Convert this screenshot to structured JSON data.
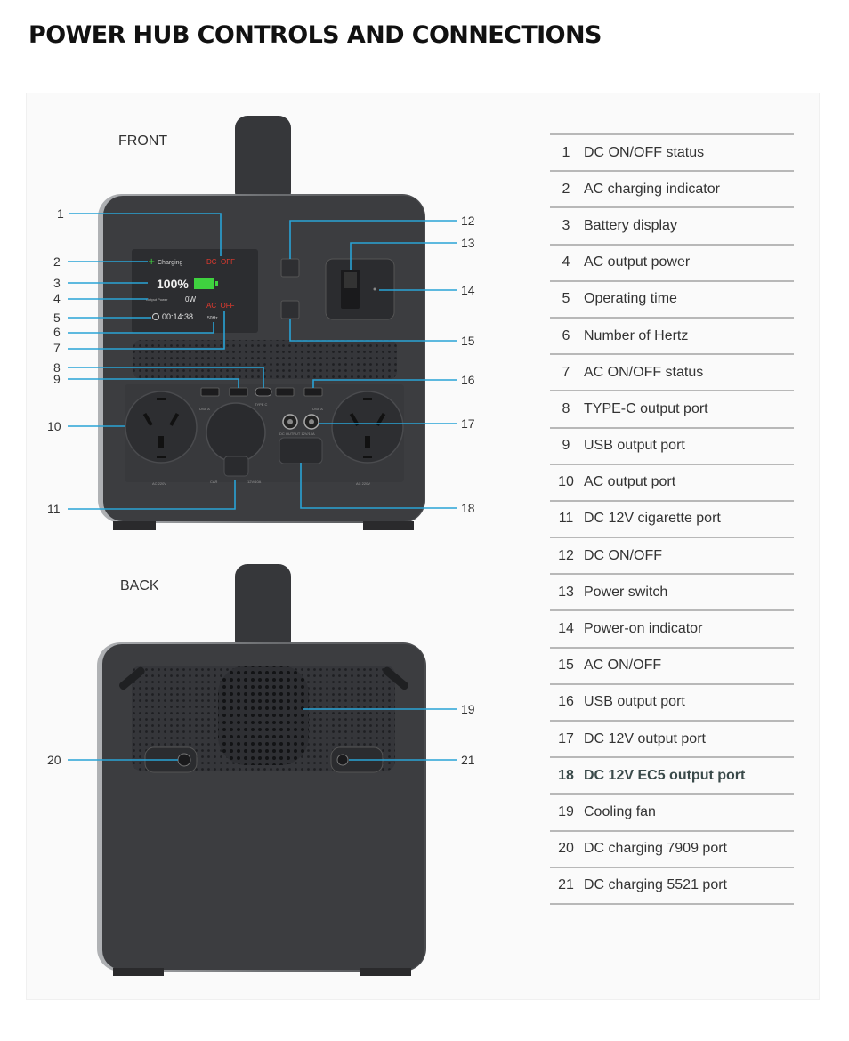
{
  "title": "POWER HUB CONTROLS AND CONNECTIONS",
  "views": {
    "front": "FRONT",
    "back": "BACK"
  },
  "screen": {
    "charging": "Charging",
    "dc_status": "DC  OFF",
    "battery_percent": "100%",
    "output_power_label": "Output Power",
    "output_power": "0W",
    "ac_status": "AC  OFF",
    "time": "00:14:38",
    "hertz": "50Hz"
  },
  "port_labels": {
    "usb_a": "USB A",
    "type_c": "TYPE C",
    "ac_left": "AC 220V",
    "ac_right": "AC 220V",
    "car": "CAR",
    "dc_12v": "12V/10A",
    "dc_output": "DC OUTPUT 12V/10A"
  },
  "callout_numbers": [
    "1",
    "2",
    "3",
    "4",
    "5",
    "6",
    "7",
    "8",
    "9",
    "10",
    "11",
    "12",
    "13",
    "14",
    "15",
    "16",
    "17",
    "18",
    "19",
    "20",
    "21"
  ],
  "legend": [
    {
      "num": "1",
      "label": "DC ON/OFF status"
    },
    {
      "num": "2",
      "label": "AC charging indicator"
    },
    {
      "num": "3",
      "label": "Battery display"
    },
    {
      "num": "4",
      "label": "AC output power"
    },
    {
      "num": "5",
      "label": "Operating time"
    },
    {
      "num": "6",
      "label": "Number of Hertz"
    },
    {
      "num": "7",
      "label": "AC ON/OFF status"
    },
    {
      "num": "8",
      "label": "TYPE-C output port"
    },
    {
      "num": "9",
      "label": "USB output port"
    },
    {
      "num": "10",
      "label": "AC output port"
    },
    {
      "num": "11",
      "label": "DC 12V cigarette port"
    },
    {
      "num": "12",
      "label": "DC ON/OFF"
    },
    {
      "num": "13",
      "label": "Power switch"
    },
    {
      "num": "14",
      "label": "Power-on indicator"
    },
    {
      "num": "15",
      "label": "AC ON/OFF"
    },
    {
      "num": "16",
      "label": "USB output port"
    },
    {
      "num": "17",
      "label": "DC 12V output port"
    },
    {
      "num": "18",
      "label": "DC 12V EC5 output port"
    },
    {
      "num": "19",
      "label": "Cooling fan"
    },
    {
      "num": "20",
      "label": "DC charging 7909 port"
    },
    {
      "num": "21",
      "label": "DC charging 5521 port"
    }
  ],
  "colors": {
    "callout_line": "#29a3d6",
    "device_body": "#3c3d40",
    "screen_red": "#e53a2e",
    "battery_green": "#3fd23f"
  }
}
